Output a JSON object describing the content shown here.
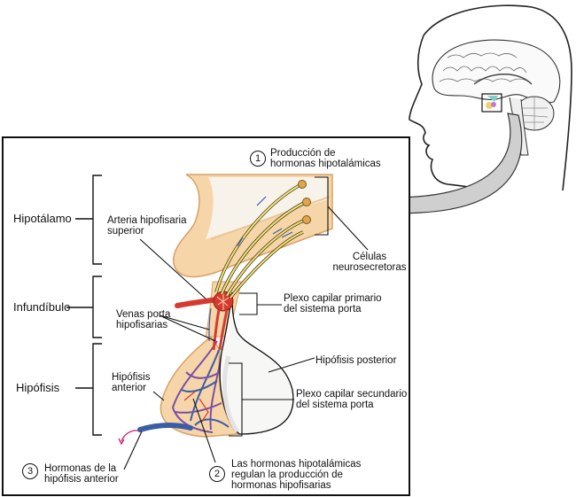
{
  "diagram": {
    "title": "Sistema porta hipotálamo-hipofisario",
    "regions": {
      "hypothalamus": "Hipotálamo",
      "infundibulum": "Infundíbulo",
      "pituitary": "Hipófisis"
    },
    "labels": {
      "superior_hypophyseal_artery": "Arteria hipofisaria\nsuperior",
      "neurosecretory_cells": "Células\nneurosecretoras",
      "primary_capillary_plexus": "Plexo capilar primario\ndel sistema porta",
      "hypophyseal_portal_veins": "Venas porta\nhipofisarias",
      "posterior_pituitary": "Hipófisis posterior",
      "anterior_pituitary": "Hipófisis\nanterior",
      "secondary_capillary_plexus": "Plexo capilar secundario\ndel sistema porta"
    },
    "steps": [
      {
        "number": "1",
        "text": "Producción de\nhormonas hipotalámicas"
      },
      {
        "number": "2",
        "text": "Las hormonas hipotalámicas\nregulan la producción de\nhormonas hipofisarias"
      },
      {
        "number": "3",
        "text": "Hormonas de la\nhipófisis anterior"
      }
    ],
    "colors": {
      "tissue": "#f6d6a8",
      "tissue_edge": "#d9a066",
      "artery": "#d63a2f",
      "vein": "#3a5da8",
      "capillary_purple": "#7a4fa6",
      "axon": "#f3df6a",
      "posterior_lobe": "#f7f7f5",
      "arrow_fill": "#cfcfcf",
      "hormone_arrow": "#c41e6a"
    }
  }
}
